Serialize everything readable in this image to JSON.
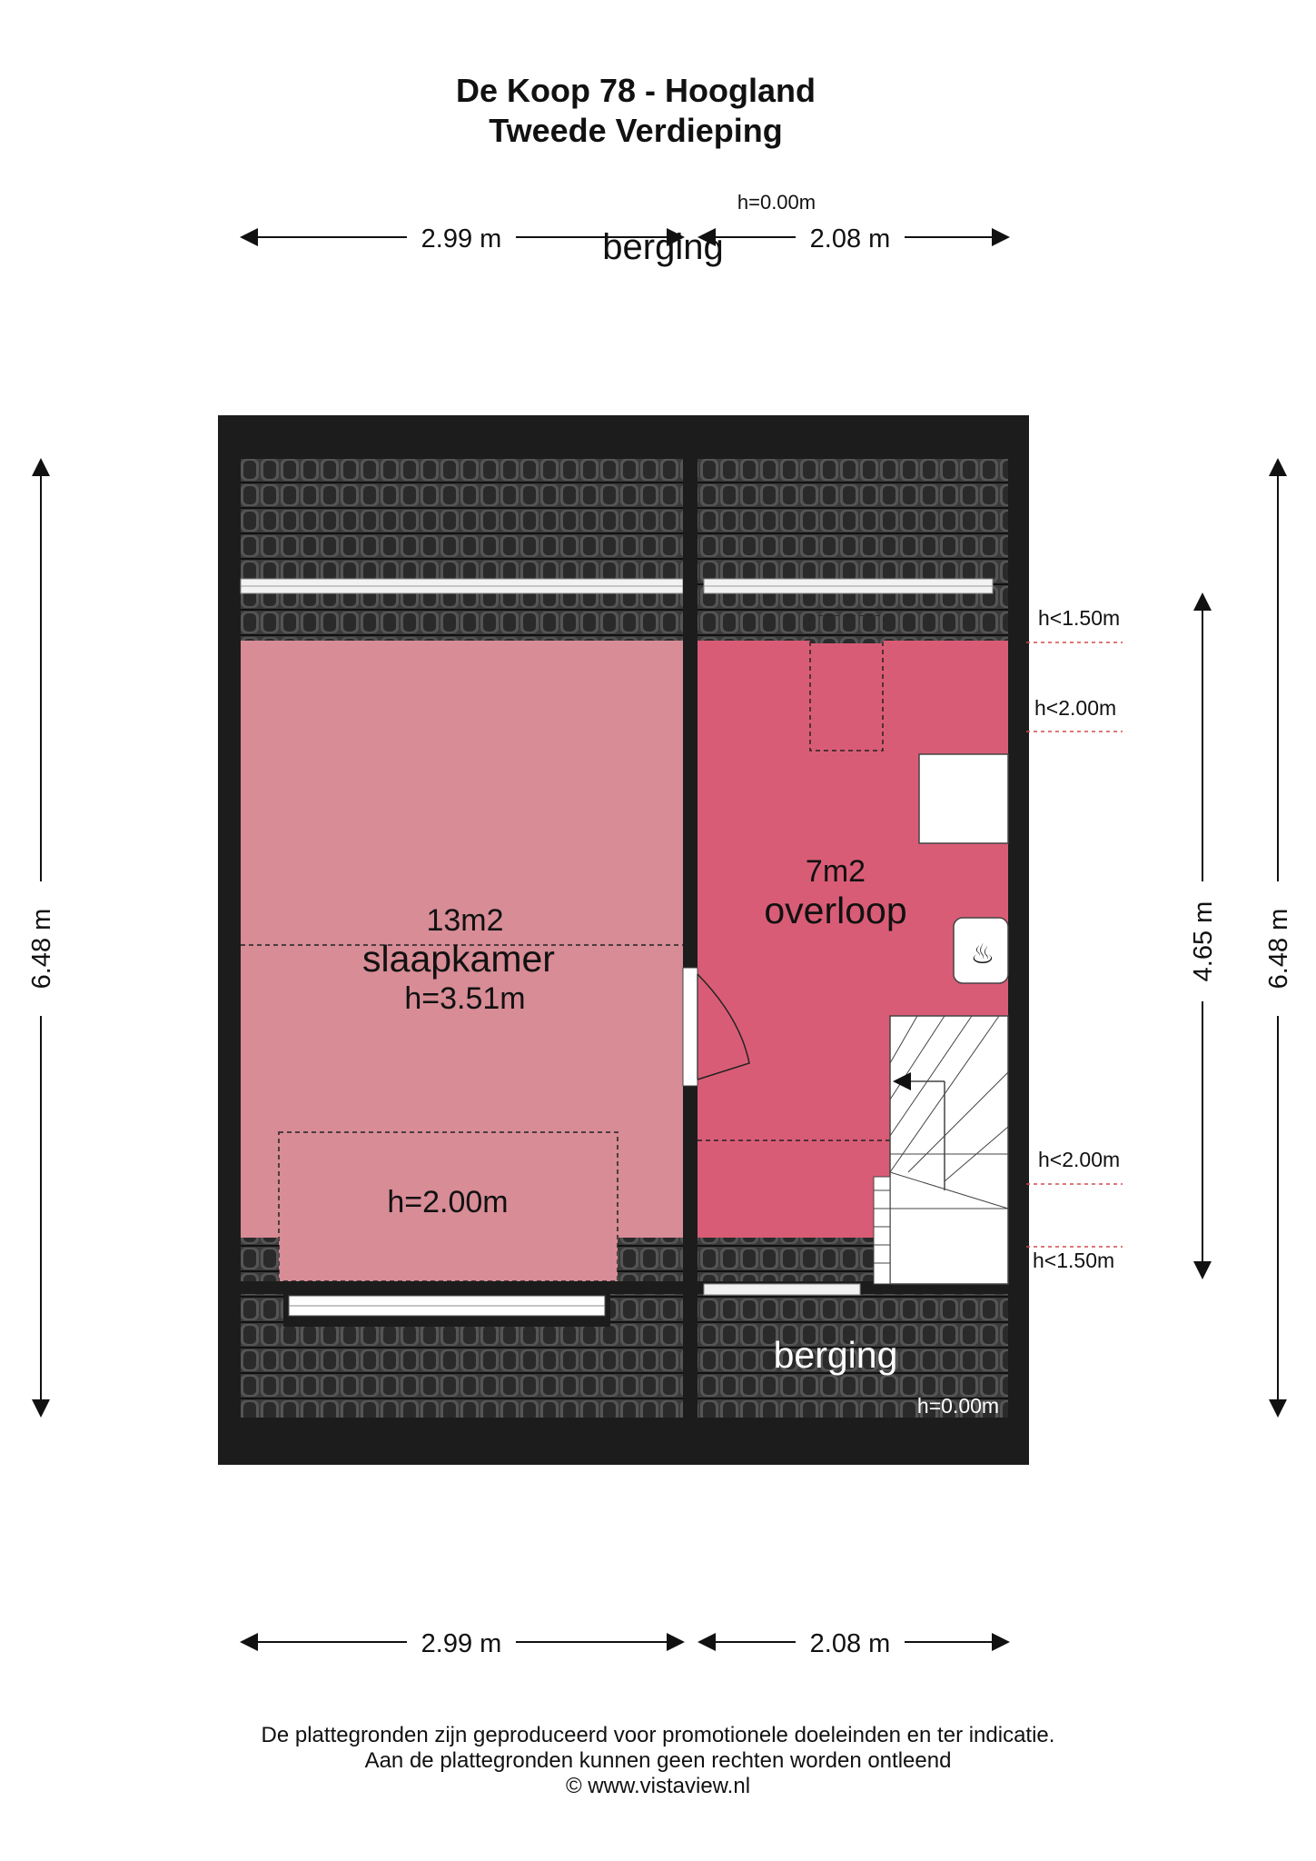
{
  "title": {
    "line1": "De Koop 78 - Hoogland",
    "line2": "Tweede Verdieping"
  },
  "dimensions": {
    "top_left": "2.99 m",
    "top_right": "2.08 m",
    "bottom_left": "2.99 m",
    "bottom_right": "2.08 m",
    "left_total": "6.48 m",
    "right_inner": "4.65 m",
    "right_total": "6.48 m"
  },
  "rooms": {
    "slaapkamer": {
      "area": "13m2",
      "name": "slaapkamer",
      "height": "h=3.51m",
      "low_height": "h=2.00m"
    },
    "overloop": {
      "area": "7m2",
      "name": "overloop"
    },
    "berging_bottom": {
      "name": "berging",
      "height": "h=0.00m"
    },
    "berging_top_ghost": {
      "name": "berging",
      "height": "h=0.00m"
    }
  },
  "height_markers": {
    "top_150": "h<1.50m",
    "top_200": "h<2.00m",
    "bottom_200": "h<2.00m",
    "bottom_150": "h<1.50m"
  },
  "colors": {
    "slaapkamer": "#d78c96",
    "overloop": "#d95c76",
    "wall": "#1c1c1c",
    "roof_tiles": "#3a3a3a"
  },
  "footer": {
    "line1": "De plattegronden zijn geproduceerd voor promotionele doeleinden en ter indicatie.",
    "line2": "Aan de plattegronden kunnen geen rechten worden ontleend",
    "line3": "© www.vistaview.nl"
  }
}
